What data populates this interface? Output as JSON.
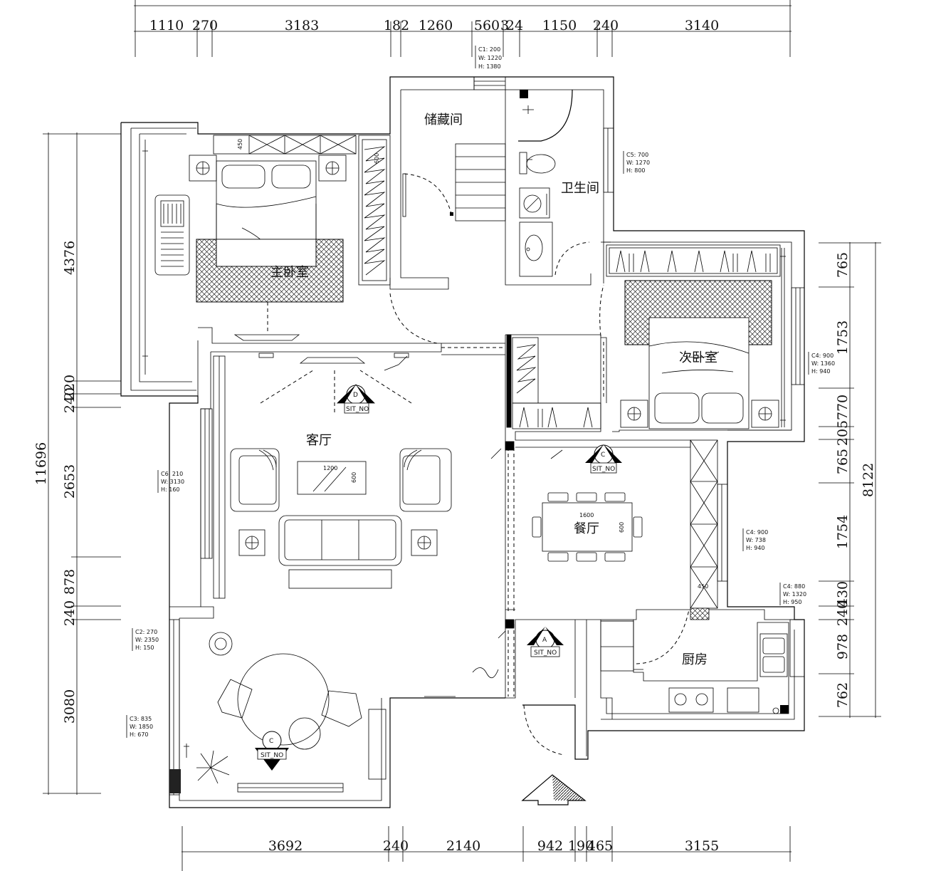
{
  "top_dims": [
    "1110",
    "270",
    "3183",
    "182",
    "1260",
    "560",
    "3",
    "24",
    "1150",
    "240",
    "3140"
  ],
  "bottom_dims": [
    "3692",
    "240",
    "2140",
    "942",
    "190",
    "465",
    "3155"
  ],
  "left_dims": {
    "total": "11696",
    "segments": [
      "4376",
      "220",
      "240",
      "2653",
      "878",
      "240",
      "3080"
    ]
  },
  "right_dims": {
    "total": "8122",
    "segments": [
      "765",
      "1753",
      "770",
      "205",
      "765",
      "1754",
      "430",
      "240",
      "978",
      "762"
    ]
  },
  "rooms": {
    "storage": "储藏间",
    "bathroom": "卫生间",
    "master_bedroom": "主卧室",
    "second_bedroom": "次卧室",
    "living_room": "客厅",
    "dining_room": "餐厅",
    "kitchen": "厨房"
  },
  "furniture": {
    "coffee_table_w": "1200",
    "coffee_table_d": "600",
    "dining_table_w": "1600",
    "dining_table_d": "600",
    "wardrobe_depth": "600",
    "cabinet_450": "450",
    "kitchen_cab_450": "450"
  },
  "markers": {
    "D": {
      "letter": "D",
      "label": "SIT_NO"
    },
    "C": {
      "letter": "C",
      "label": "SIT_NO"
    },
    "A": {
      "letter": "A",
      "label": "SIT_NO"
    },
    "B": {
      "letter": "C",
      "label": "SIT_NO"
    }
  },
  "window_tags": [
    [
      "C1: 200",
      "W: 1220",
      "H: 1380"
    ],
    [
      "C5: 700",
      "W: 1270",
      "H: 800"
    ],
    [
      "C4: 900",
      "W: 1360",
      "H: 940"
    ],
    [
      "C6: 210",
      "W: 3130",
      "H: 160"
    ],
    [
      "C4: 900",
      "W: 738",
      "H: 940"
    ],
    [
      "C4: 880",
      "W: 1320",
      "H: 950"
    ],
    [
      "C2: 270",
      "W: 2350",
      "H: 150"
    ],
    [
      "C3: 835",
      "W: 1850",
      "H: 670"
    ]
  ]
}
